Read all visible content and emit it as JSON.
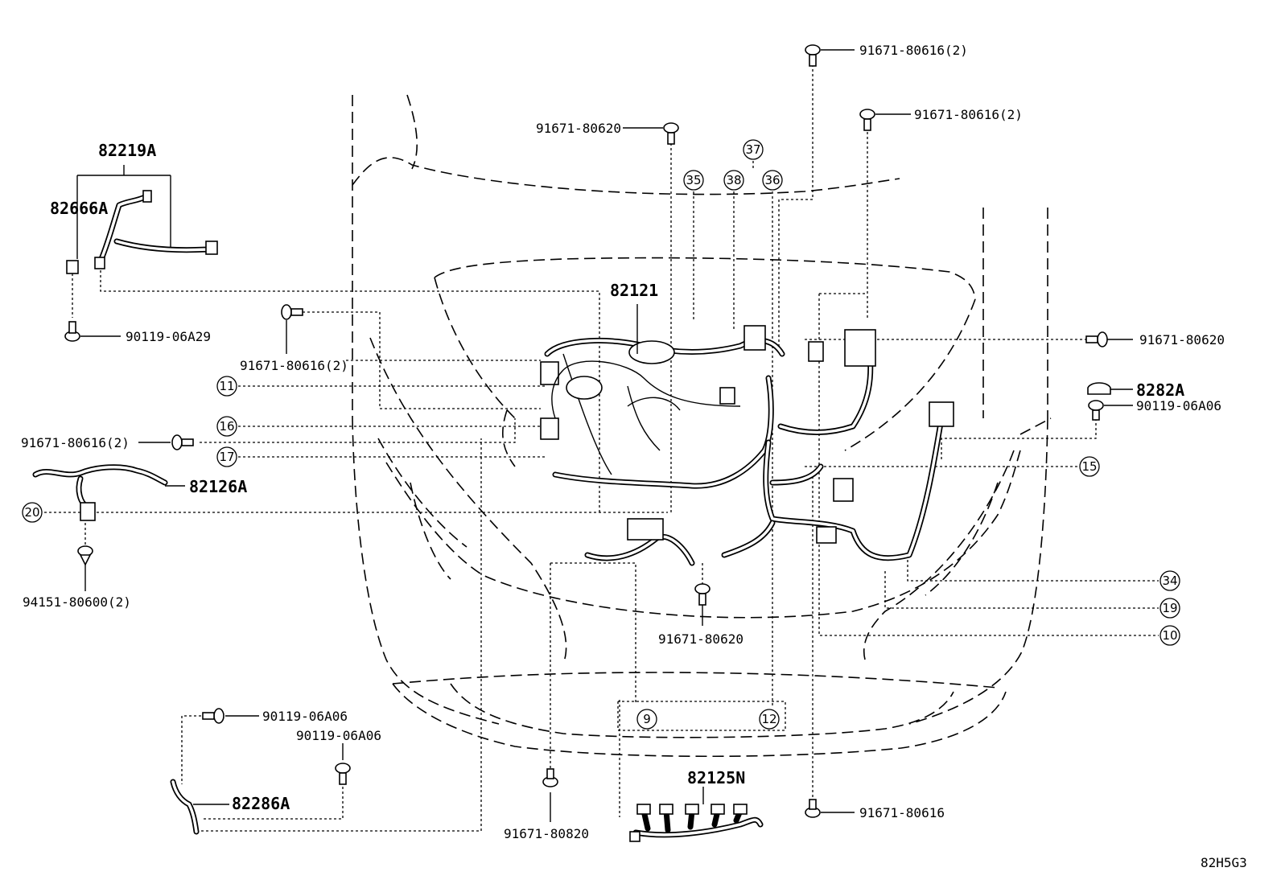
{
  "title": "",
  "diagram_code": "82H5G3",
  "parts": {
    "p82219A": "82219A",
    "p82666A": "82666A",
    "p82121": "82121",
    "p82126A": "82126A",
    "p82282A": "8282A",
    "p82286A": "82286A",
    "p82125N": "82125N"
  },
  "fasteners": {
    "f_top_right_1": "91671-80616(2)",
    "f_top_right_2": "91671-80616(2)",
    "f_top_mid": "91671-80620",
    "f_right_mid": "91671-80620",
    "f_right_lower": "90119-06A06",
    "f_left_a29": "90119-06A29",
    "f_left_upper": "91671-80616(2)",
    "f_left_mid": "91671-80616(2)",
    "f_left_lower": "94151-80600(2)",
    "f_center_low": "91671-80620",
    "f_bottom_left_1": "90119-06A06",
    "f_bottom_left_2": "90119-06A06",
    "f_bottom_820": "91671-80820",
    "f_bottom_right": "91671-80616"
  },
  "callouts": {
    "c9": "9",
    "c10": "10",
    "c11": "11",
    "c12": "12",
    "c15": "15",
    "c16": "16",
    "c17": "17",
    "c19": "19",
    "c20": "20",
    "c34": "34",
    "c35": "35",
    "c36": "36",
    "c37": "37",
    "c38": "38"
  },
  "icons": [
    "bolt-icon",
    "clip-icon",
    "wire-harness-icon",
    "connector-icon"
  ]
}
